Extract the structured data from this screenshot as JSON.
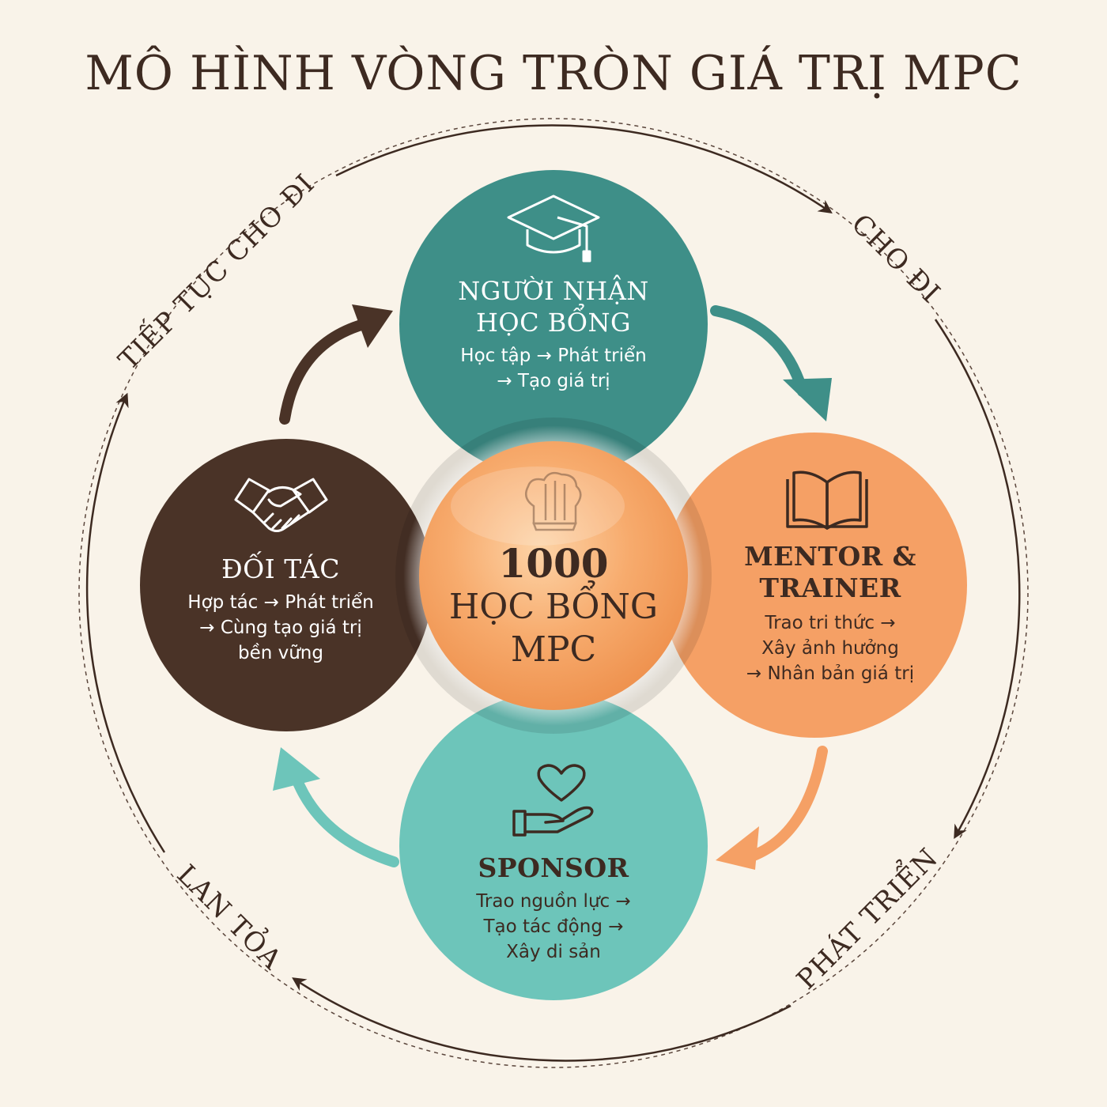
{
  "title": "MÔ HÌNH VÒNG TRÒN GIÁ TRỊ MPC",
  "outer_cycle": [
    {
      "label": "CHO ĐI"
    },
    {
      "label": "PHÁT TRIỂN"
    },
    {
      "label": "LAN TỎA"
    },
    {
      "label": "TIẾP TỤC CHO ĐI"
    }
  ],
  "center": {
    "number": "1000",
    "line1": "HỌC BỔNG",
    "line2": "MPC",
    "icon": "chef-hat-icon",
    "color": "#f5a266"
  },
  "nodes": {
    "scholarship": {
      "title_line1": "NGƯỜI NHẬN",
      "title_line2": "HỌC BỔNG",
      "sub_line1": "Học tập → Phát triển",
      "sub_line2": "→ Tạo giá trị",
      "icon": "graduation-cap-icon",
      "color": "#3e8f88"
    },
    "mentor": {
      "title_line1": "MENTOR &",
      "title_line2": "TRAINER",
      "sub_line1": "Trao tri thức →",
      "sub_line2": "Xây ảnh hưởng",
      "sub_line3": "→ Nhân bản giá trị",
      "icon": "open-book-icon",
      "color": "#f5a065"
    },
    "sponsor": {
      "title_line1": "SPONSOR",
      "sub_line1": "Trao nguồn lực →",
      "sub_line2": "Tạo tác động →",
      "sub_line3": "Xây di sản",
      "icon": "heart-in-hand-icon",
      "color": "#6dc5ba"
    },
    "partner": {
      "title_line1": "ĐỐI TÁC",
      "sub_line1": "Hợp tác → Phát triển",
      "sub_line2": "→ Cùng tạo giá trị",
      "sub_line3": "bền vững",
      "icon": "handshake-icon",
      "color": "#4a3327"
    }
  }
}
